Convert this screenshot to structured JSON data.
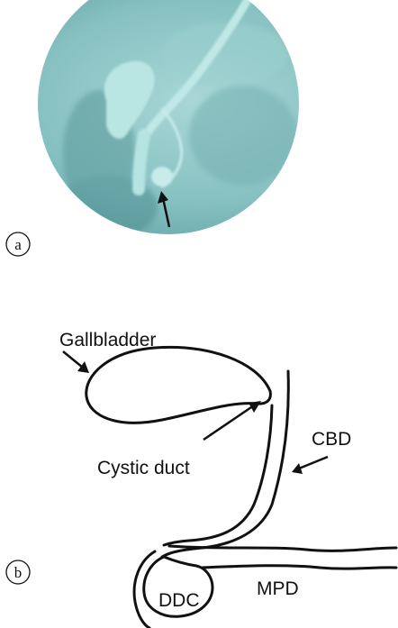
{
  "panels": {
    "a": {
      "label": "a"
    },
    "b": {
      "label": "b",
      "labels": {
        "gallbladder": "Gallbladder",
        "cystic_duct": "Cystic duct",
        "cbd": "CBD",
        "mpd": "MPD",
        "ddc": "DDC"
      }
    }
  },
  "colors": {
    "xray_background": "#8ec8c8",
    "xray_contrast": "#b5e4e2",
    "xray_shadow": "#4d8d90",
    "line": "#111111"
  }
}
